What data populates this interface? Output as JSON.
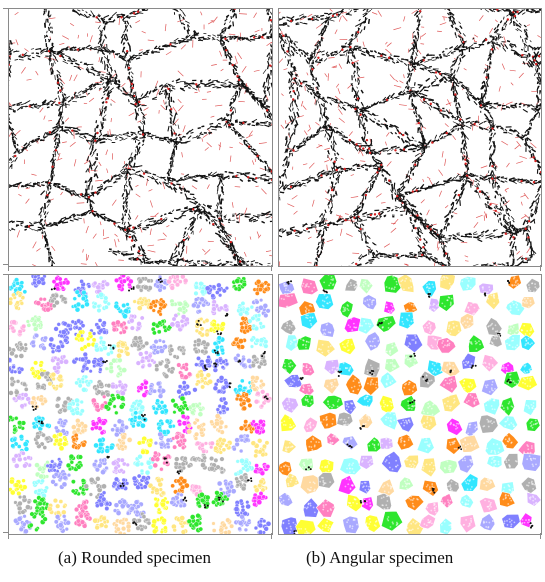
{
  "figure": {
    "captions": [
      "(a) Rounded specimen",
      "(b) Angular specimen"
    ],
    "panels": [
      {
        "id": "rounded-force-chains",
        "style": "force-network",
        "seed": 11,
        "density": 0.85,
        "strong_color": "#111111",
        "weak_color": "#d42020"
      },
      {
        "id": "angular-force-chains",
        "style": "force-network",
        "seed": 29,
        "density": 1.0,
        "strong_color": "#111111",
        "weak_color": "#d42020"
      },
      {
        "id": "rounded-grain-clusters",
        "style": "colored-clusters",
        "seed": 5,
        "particle_shape": "round"
      },
      {
        "id": "angular-grain-clusters",
        "style": "colored-clusters",
        "seed": 17,
        "particle_shape": "angular"
      }
    ],
    "cluster_palette": [
      "#ff8c1a",
      "#2ee62e",
      "#ff33ff",
      "#33e6ff",
      "#ffff33",
      "#b0b0b0",
      "#a9a9ff",
      "#ffb0e0",
      "#c0ffc0",
      "#ffd9a0",
      "#8080ff",
      "#ff80c0",
      "#99ffff",
      "#d9b3ff",
      "#ffe680"
    ]
  }
}
